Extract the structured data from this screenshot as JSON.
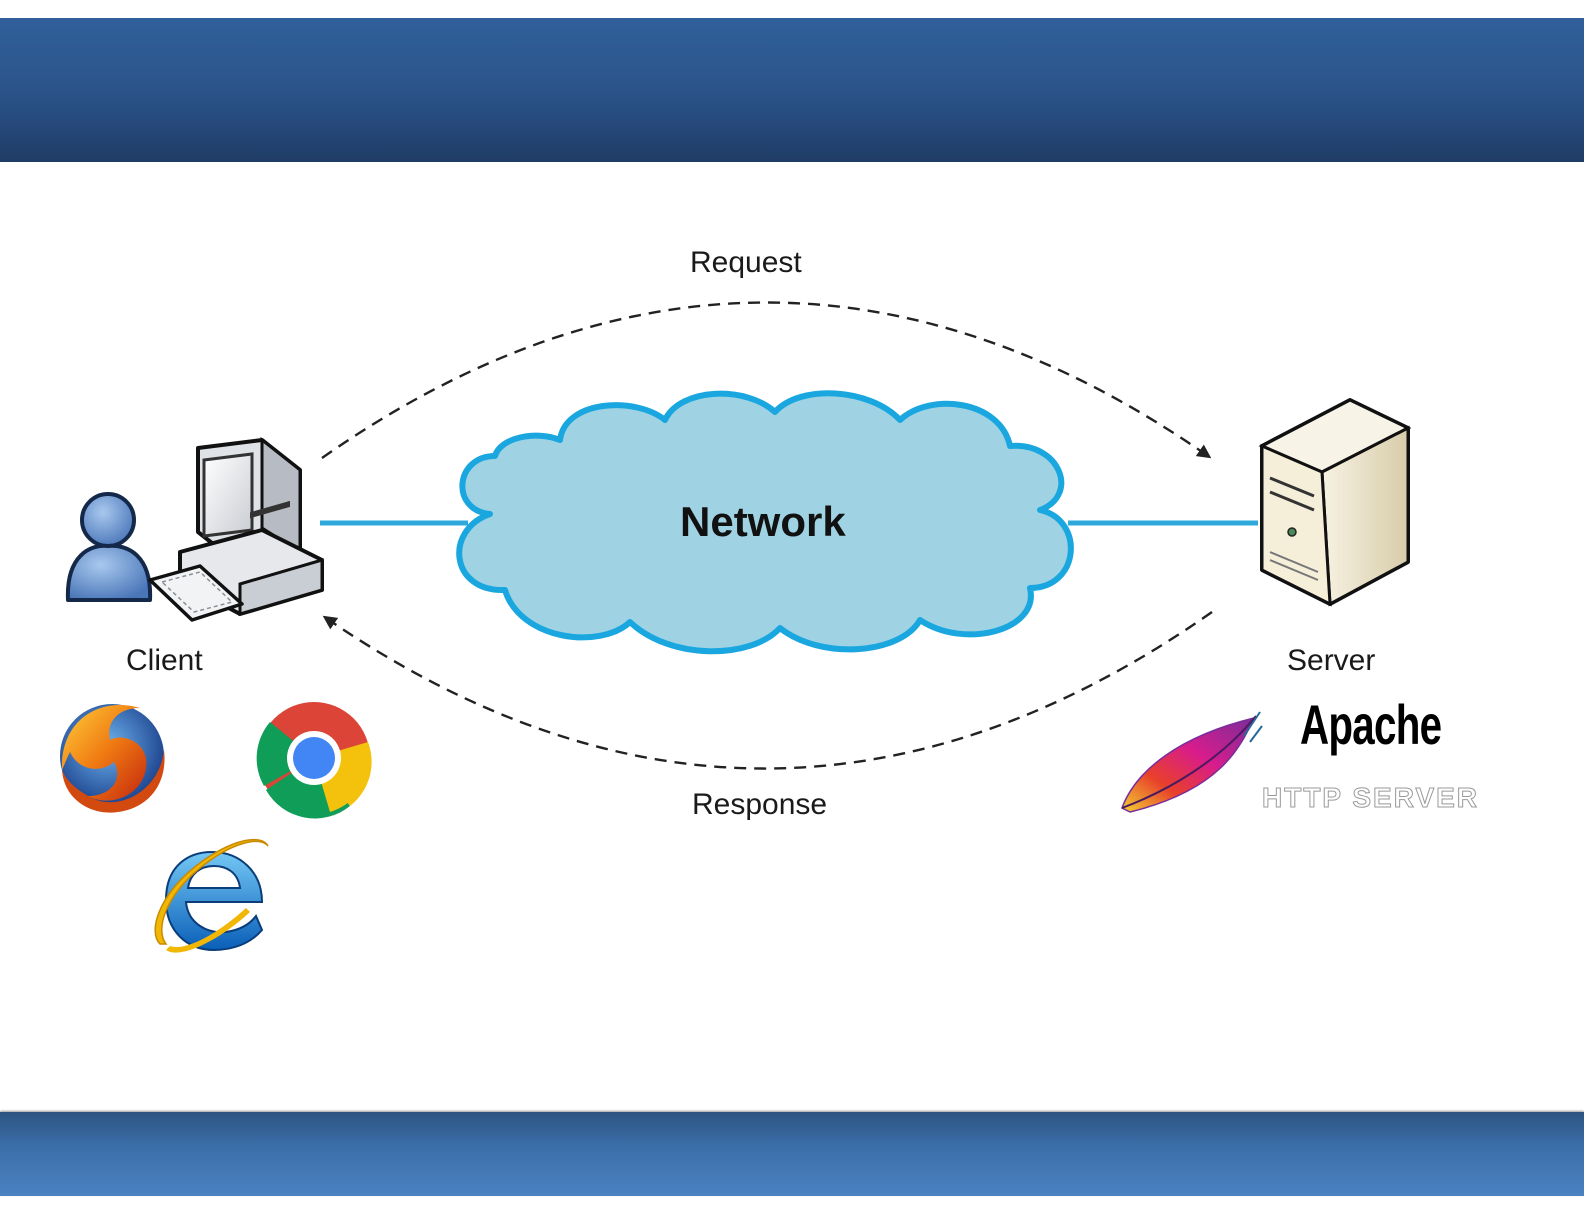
{
  "labels": {
    "request": "Request",
    "response": "Response",
    "network": "Network",
    "client": "Client",
    "server": "Server"
  },
  "logos": {
    "browsers": [
      "firefox-logo",
      "chrome-logo",
      "internet-explorer-logo"
    ],
    "server_software": "apache-logo",
    "apache_word": "Apache",
    "apache_sub": "HTTP SERVER"
  },
  "colors": {
    "header": "#2a5288",
    "footer": "#3b6ea8",
    "cloud_fill": "#9fd3e3",
    "cloud_stroke": "#1aa7e0",
    "link_line": "#2fa8dc",
    "arrow": "#222222"
  }
}
